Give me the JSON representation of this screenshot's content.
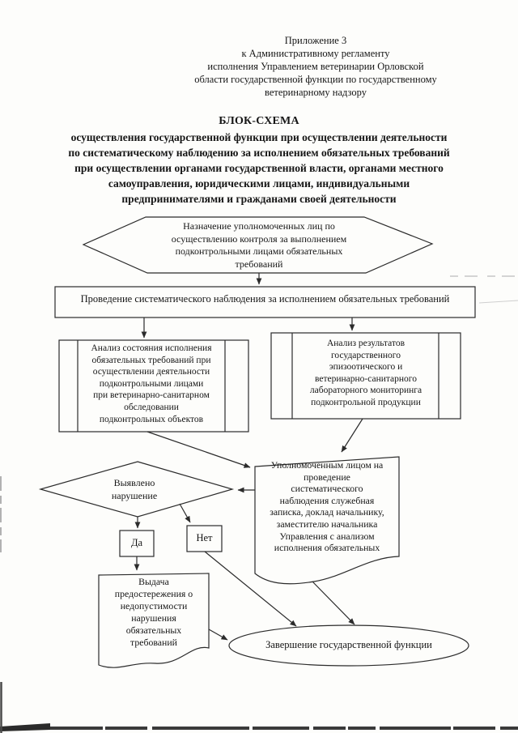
{
  "page": {
    "appendix_header": "Приложение 3\nк Административному регламенту\nисполнения Управлением ветеринарии  Орловской\nобласти государственной функции по государственному\nветеринарному надзору",
    "title": "БЛОК-СХЕМА",
    "subtitle": "осуществления государственной функции при осуществлении деятельности\nпо систематическому наблюдению за исполнением обязательных требований\nпри осуществлении органами государственной власти, органами местного\nсамоуправления, юридическими лицами, индивидуальными\nпредпринимателями и гражданами своей деятельности"
  },
  "flowchart": {
    "start_hexagon": "Назначение уполномоченных лиц по\nосуществлению контроля за выполнением\nподконтрольными лицами обязательных\nтребований",
    "observation_process": "Проведение систематического наблюдения за исполнением обязательных требований",
    "analysis_left": "Анализ состояния исполнения\nобязательных требований при\nосуществлении деятельности\nподконтрольными лицами\nпри ветеринарно-санитарном\nобследовании\nподконтрольных объектов",
    "analysis_right": "Анализ результатов\nгосударственного\nэпизоотического и\nветеринарно-санитарного\nлабораторного мониторинга\nподконтрольной продукции",
    "report_document": "Уполномоченным лицом на\nпроведение\nсистематического\nнаблюдения служебная\nзаписка, доклад начальнику,\nзаместителю начальника\nУправления с анализом\nисполнения обязательных",
    "decision": "Выявлено\nнарушение",
    "yes_label": "Да",
    "no_label": "Нет",
    "warning_document": "Выдача\nпредостережения о\nнедопустимости\nнарушения\nобязательных\nтребований",
    "end_terminator": "Завершение государственной функции"
  },
  "colors": {
    "ink": "#1c1c1c",
    "line": "#2b2b2b",
    "paper": "#fdfdfb"
  }
}
